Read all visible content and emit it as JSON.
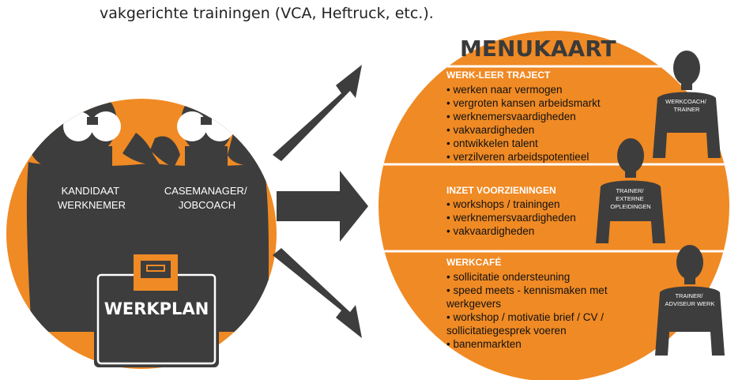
{
  "intro_text": "vakgerichte trainingen (VCA, Heftruck, etc.).",
  "left": {
    "person_left": [
      "KANDIDAAT",
      "WERKNEMER"
    ],
    "person_right": [
      "CASEMANAGER/",
      "JOBCOACH"
    ],
    "briefcase_label": "WERKPLAN"
  },
  "menu": {
    "title": "MENUKAART",
    "sections": [
      {
        "title": "WERK-LEER TRAJECT",
        "items": [
          "• werken naar vermogen",
          "• vergroten kansen arbeidsmarkt",
          "• werknemersvaardigheden",
          "• vakvaardigheden",
          "• ontwikkelen talent",
          "• verzilveren arbeidspotentieel"
        ],
        "person": [
          "WERKCOACH/",
          "TRAINER"
        ]
      },
      {
        "title": "INZET VOORZIENINGEN",
        "items": [
          "• workshops / trainingen",
          "• werknemersvaardigheden",
          "• vakvaardigheden"
        ],
        "person": [
          "TRAINER/",
          "EXTERNE",
          "OPLEIDINGEN"
        ]
      },
      {
        "title": "WERKCAFÉ",
        "items": [
          "• sollicitatie ondersteuning",
          "• speed meets - kennismaken met",
          "  werkgevers",
          "• workshop / motivatie brief / CV /",
          "  sollicitatiegesprek voeren",
          "• banenmarkten"
        ],
        "person": [
          "TRAINER/",
          "ADVISEUR WERK"
        ]
      }
    ]
  },
  "colors": {
    "orange": "#f08a24",
    "dark": "#3d3d3d",
    "white": "#ffffff"
  }
}
